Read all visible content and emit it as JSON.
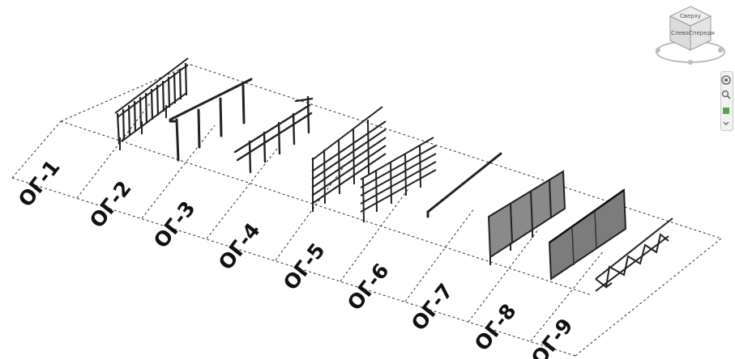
{
  "viewcube": {
    "face_top": "Сверху",
    "face_left": "Слева",
    "face_front": "Спереди"
  },
  "railing_tags": [
    {
      "id": "rail-1",
      "label": "ОГ-1"
    },
    {
      "id": "rail-2",
      "label": "ОГ-2"
    },
    {
      "id": "rail-3",
      "label": "ОГ-3"
    },
    {
      "id": "rail-4",
      "label": "ОГ-4"
    },
    {
      "id": "rail-5",
      "label": "ОГ-5"
    },
    {
      "id": "rail-6",
      "label": "ОГ-6"
    },
    {
      "id": "rail-7",
      "label": "ОГ-7"
    },
    {
      "id": "rail-8",
      "label": "ОГ-8"
    },
    {
      "id": "rail-9",
      "label": "ОГ-9"
    }
  ],
  "navigation_bar": {
    "tools": [
      "steering-wheel-icon",
      "zoom-icon",
      "pan-icon"
    ]
  },
  "colors": {
    "line": "#222222",
    "panel_fill": "#8a8a8a",
    "grid": "#333333",
    "viewcube_face": "#e6e6e6"
  }
}
